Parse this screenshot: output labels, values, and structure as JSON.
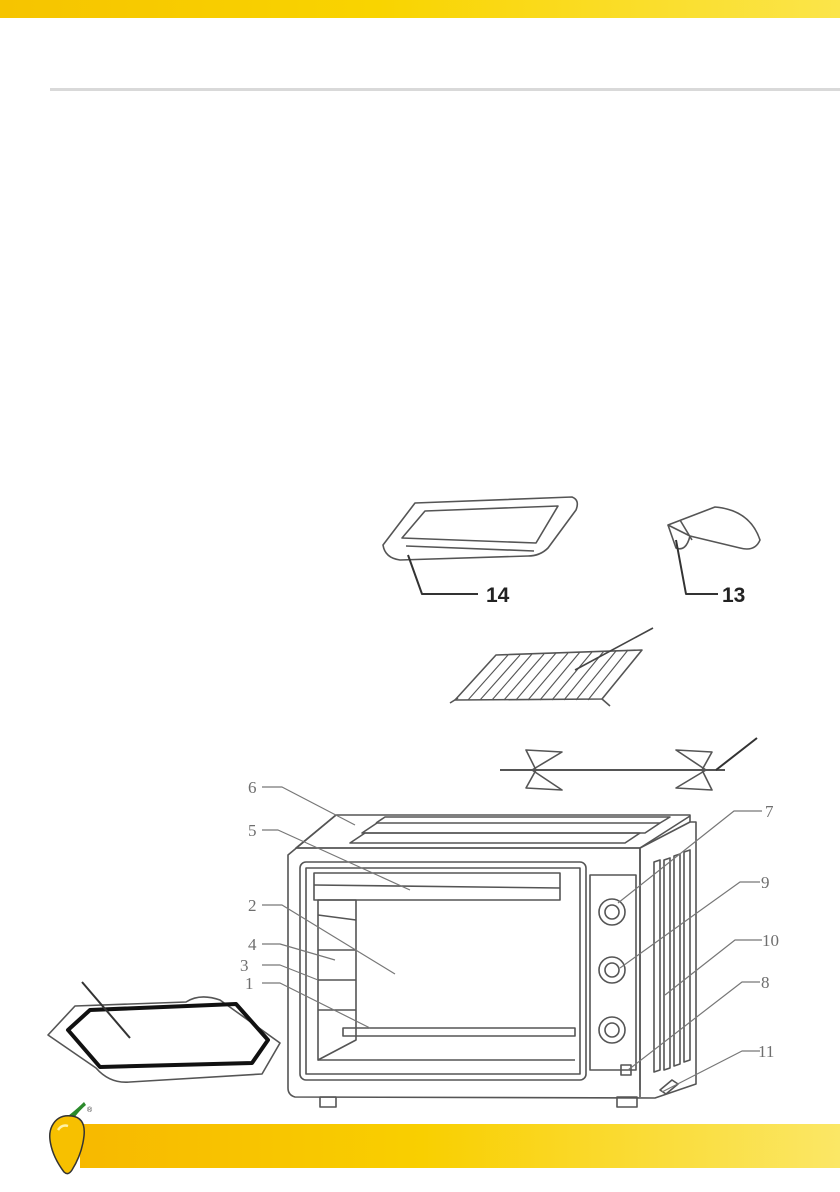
{
  "labels": {
    "l14": "14",
    "l13": "13",
    "l6": "6",
    "l5": "5",
    "l2": "2",
    "l4": "4",
    "l3": "3",
    "l1": "1",
    "l7": "7",
    "l9": "9",
    "l10": "10",
    "l8": "8",
    "l11": "11"
  },
  "logo": {
    "mark": "®"
  },
  "colors": {
    "band_yellow": "#f9cf00",
    "rule_gray": "#d9d9d9",
    "line_art": "#555555"
  },
  "icons": {
    "logo": "chili-pepper-icon"
  }
}
